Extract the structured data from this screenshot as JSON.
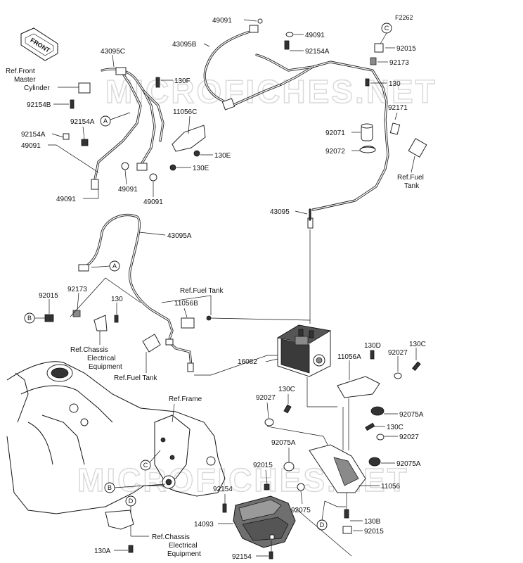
{
  "diagram_code": "F2262",
  "watermark": "MICROFICHES.NET",
  "front_label": "FRONT",
  "labels": {
    "p49091_top": "49091",
    "p43095B": "43095B",
    "p49091_top2": "49091",
    "p92154A_top": "92154A",
    "p92015_top": "92015",
    "p92173_top": "92173",
    "p130_top": "130",
    "p92171": "92171",
    "p92071": "92071",
    "p92072": "92072",
    "p43095C": "43095C",
    "ref_front_master_1": "Ref.Front",
    "ref_front_master_2": "Master",
    "ref_front_master_3": "Cylinder",
    "p92154B": "92154B",
    "p130F": "130F",
    "p11056C": "11056C",
    "p130E_1": "130E",
    "p130E_2": "130E",
    "p92154A_left": "92154A",
    "p92154A_left2": "92154A",
    "p49091_left": "49091",
    "p49091_l2": "49091",
    "p49091_l3": "49091",
    "p49091_l4": "49091",
    "ref_fuel_tank_r1": "Ref.Fuel",
    "ref_fuel_tank_r2": "Tank",
    "p43095": "43095",
    "p43095A": "43095A",
    "p92015_left": "92015",
    "p92173_left": "92173",
    "p130_left": "130",
    "ref_fuel_tank_mid": "Ref.Fuel Tank",
    "p11056B": "11056B",
    "ref_chassis_1": "Ref.Chassis",
    "ref_chassis_2": "Electrical",
    "ref_chassis_3": "Equipment",
    "ref_fuel_tank_low": "Ref.Fuel Tank",
    "p16082": "16082",
    "p11056A": "11056A",
    "p130D": "130D",
    "p130C_r": "130C",
    "p92027_r": "92027",
    "p92075A_1": "92075A",
    "ref_frame": "Ref.Frame",
    "p92027_l": "92027",
    "p130C_l": "130C",
    "p130C_m": "130C",
    "p92027_m": "92027",
    "p92075A_l": "92075A",
    "p92075A_2": "92075A",
    "p92015_mid": "92015",
    "p92154_mid": "92154",
    "p11056": "11056",
    "p92075": "92075",
    "p14093": "14093",
    "p130B": "130B",
    "p92015_bot": "92015",
    "ref_chassis_b1": "Ref.Chassis",
    "ref_chassis_b2": "Electrical",
    "ref_chassis_b3": "Equipment",
    "p130A": "130A",
    "p92154_bot": "92154"
  },
  "callouts": {
    "A1": "A",
    "A2": "A",
    "B1": "B",
    "B2": "B",
    "C1": "C",
    "C2": "C",
    "D1": "D",
    "D2": "D"
  }
}
